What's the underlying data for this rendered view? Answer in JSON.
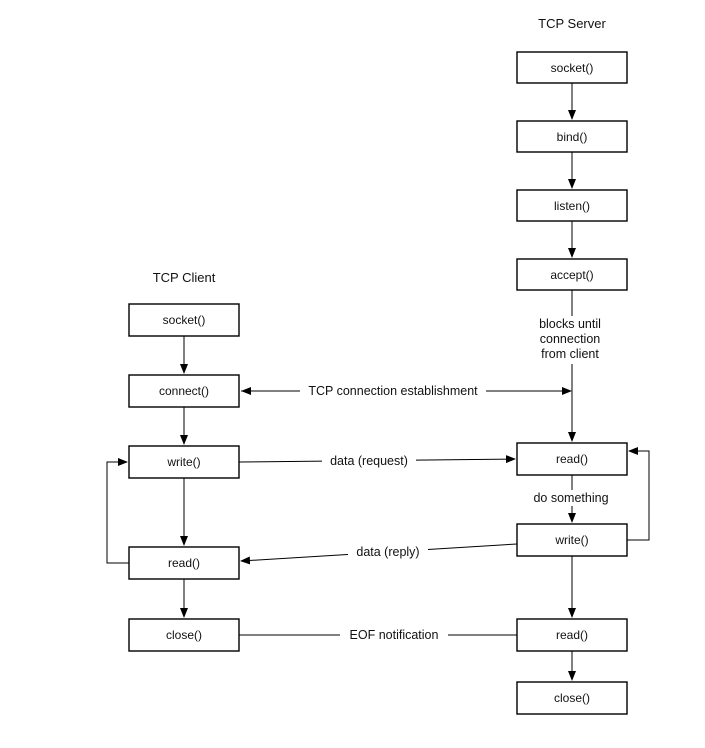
{
  "titles": {
    "server": "TCP Server",
    "client": "TCP Client"
  },
  "server": {
    "socket": "socket()",
    "bind": "bind()",
    "listen": "listen()",
    "accept": "accept()",
    "read": "read()",
    "write": "write()",
    "read_eof": "read()",
    "close": "close()",
    "blocks_line1": "blocks until",
    "blocks_line2": "connection",
    "blocks_line3": "from client",
    "do_something": "do something"
  },
  "client": {
    "socket": "socket()",
    "connect": "connect()",
    "write": "write()",
    "read": "read()",
    "close": "close()"
  },
  "messages": {
    "connection": "TCP connection establishment",
    "request": "data (request)",
    "reply": "data (reply)",
    "eof": "EOF notification"
  }
}
